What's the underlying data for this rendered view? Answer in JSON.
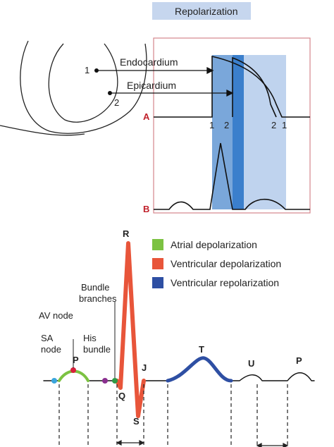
{
  "top_legend": {
    "label": "Repolarization",
    "color": "#b9cdea"
  },
  "heart": {
    "label_endocardium": "Endocardium",
    "label_epicardium": "Epicardium",
    "point1": "1",
    "point2": "2"
  },
  "action_potential": {
    "label_a": "A",
    "label_b": "B",
    "tick_1_left": "1",
    "tick_2_left": "2",
    "tick_2_right": "2",
    "tick_1_right": "1",
    "colors": {
      "frame": "#d4868c",
      "light_blue": "#b9cdea",
      "mid_blue": "#6f9fd6",
      "dark_blue": "#3a7ecb",
      "trace": "#111111"
    }
  },
  "ecg": {
    "legend": [
      {
        "label": "Atrial depolarization",
        "color": "#7cc242"
      },
      {
        "label": "Ventricular depolarization",
        "color": "#e8553a"
      },
      {
        "label": "Ventricular repolarization",
        "color": "#2e4fa3"
      }
    ],
    "waves": {
      "P": "P",
      "Q": "Q",
      "R": "R",
      "S": "S",
      "J": "J",
      "T": "T",
      "U": "U",
      "P2": "P"
    },
    "nodes": {
      "sa_line1": "SA",
      "sa_line2": "node",
      "sa_color": "#3aa5dc",
      "av": "AV node",
      "av_color": "#d8203a",
      "his_line1": "His",
      "his_line2": "bundle",
      "his_color": "#8a2f8f",
      "bundle_line1": "Bundle",
      "bundle_line2": "branches",
      "bundle_color": "#2f9a46"
    }
  }
}
